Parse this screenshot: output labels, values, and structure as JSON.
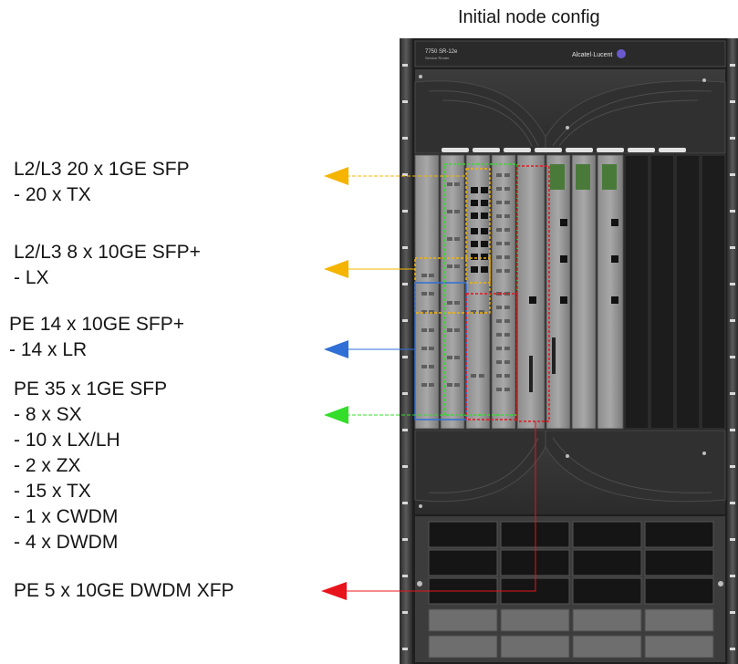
{
  "title": "Initial node config",
  "chassis": {
    "model": "7750 SR-12e",
    "model_sub": "Service Router",
    "brand": "Alcatel·Lucent"
  },
  "labels": [
    {
      "title": "L2/L3 20 x 1GE SFP",
      "lines": [
        "- 20 x TX"
      ],
      "color": "#f5b400"
    },
    {
      "title": "L2/L3 8 x 10GE SFP+",
      "lines": [
        "- LX"
      ],
      "color": "#f5b400"
    },
    {
      "title": "PE 14 x 10GE SFP+",
      "lines": [
        "- 14 x LR"
      ],
      "color": "#2f6fd6"
    },
    {
      "title": "PE 35 x 1GE SFP",
      "lines": [
        "- 8 x SX",
        "- 10 x LX/LH",
        "- 2 x ZX",
        "- 15 x TX",
        "- 1 x CWDM",
        "- 4 x DWDM"
      ],
      "color": "#33dd2a"
    },
    {
      "title": "PE 5 x 10GE DWDM XFP",
      "lines": [],
      "color": "#e8141c"
    }
  ]
}
